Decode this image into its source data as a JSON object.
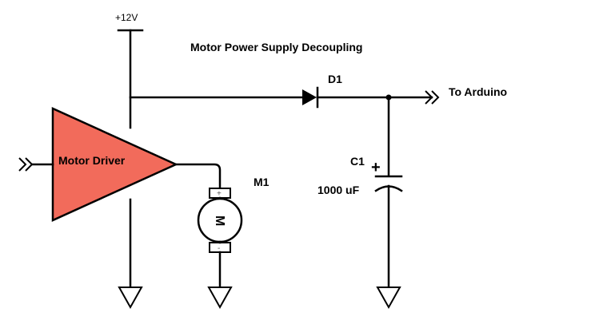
{
  "title": "Motor Power Supply Decoupling",
  "supply_label": "+12V",
  "motor_driver": {
    "label": "Motor Driver",
    "fill_color": "#f26b5b"
  },
  "diode": {
    "ref": "D1"
  },
  "output": {
    "label": "To Arduino"
  },
  "capacitor": {
    "ref": "C1",
    "value": "1000 uF",
    "plus": "+"
  },
  "motor": {
    "ref": "M1",
    "symbol": "M",
    "plus": "+",
    "minus": "-"
  },
  "icons": [
    "input-arrow-icon",
    "output-arrow-icon",
    "ground-icon",
    "diode-icon",
    "capacitor-icon",
    "motor-icon"
  ]
}
